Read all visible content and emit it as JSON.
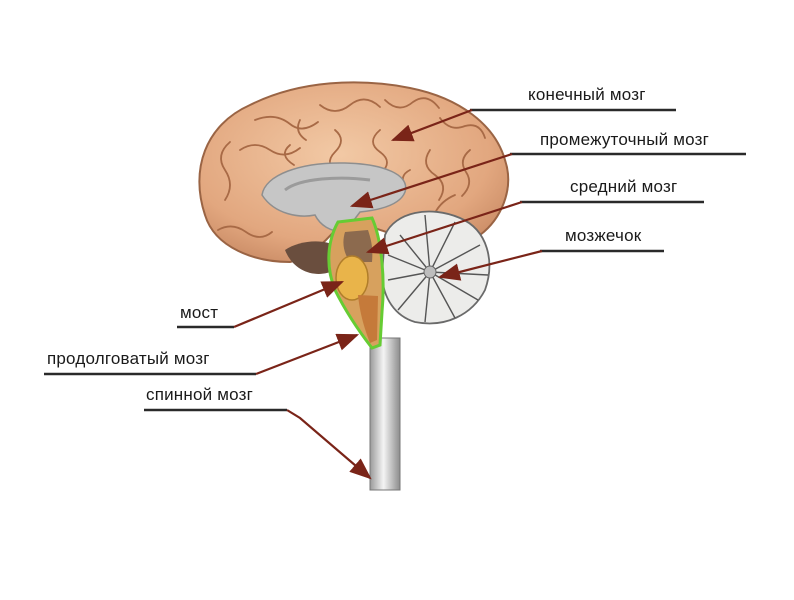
{
  "labels": {
    "telencephalon": "конечный мозг",
    "diencephalon": "промежуточный мозг",
    "midbrain": "средний мозг",
    "cerebellum": "мозжечок",
    "pons": "мост",
    "medulla": "продолговатый мозг",
    "spinal_cord": "спинной мозг"
  },
  "colors": {
    "cortex": "#e8b48e",
    "cortex_dark": "#b97a55",
    "gray_matter": "#c2c2c2",
    "stem_outline": "#66cc33",
    "pons_fill": "#e0a63c",
    "underline": "#2a2a2a",
    "arrow": "#7a2418"
  }
}
